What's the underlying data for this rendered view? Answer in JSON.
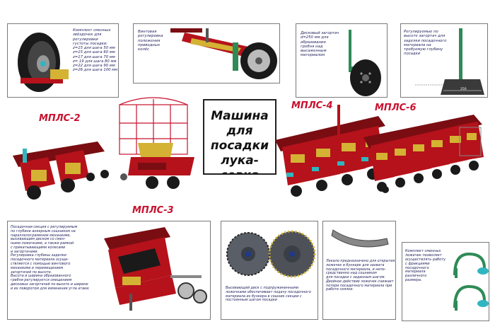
{
  "colors": {
    "frame_red": "#b5121b",
    "frame_dark": "#7a0d12",
    "hopper_yellow": "#d4b233",
    "text_blue": "#1c1c5a",
    "label_red": "#c8102e",
    "wheel_black": "#1a1a1a",
    "cyan_part": "#2fb6c0",
    "green_rod": "#2e8b57"
  },
  "panels": {
    "sprockets": {
      "text": "Комплект сменных\nзвёздочек для\nрегулировки\nгустоты посадки:\nz=15 для шага 50 мм\nz=15 для шага 60 мм\nz=17 для шага 70 мм\nz= 19 для шага 80 мм\nz=22 для шага 90 мм\nz=26 для шага 100 мм"
    },
    "screw": {
      "text": "Винтовая\nрегулировка\nположения\nприводных\nколёс"
    },
    "disk": {
      "text": "Дисковый загортач\nd=250 мм для\nобразования\nгребня над\nвысаженным\nматериалом"
    },
    "depth": {
      "text": "Регулируемые по\nвысоте загортач для\nзаделки посадочного\nматериала на\nтребуемую глубину\nпосадки",
      "dimension": "250"
    },
    "section": {
      "text": "Посадочная секция с регулируемым\nпо глубине анкерным сошником на\nпараллелограммном механизме,\nвысевающим диском со смен-\nными ложечками, а также рамкой\nс прикатывающими колесами\nи загортачами.\nРегулировка глубины заделки\nпосадочного материала осуще-\nствляется с помощью винтового\nмеханизма и перемещением\nзагортачей по высоте.\nВысота и ширина образованного\nгребня регулируется смещением\nдисковых загортачей по высоте и ширине\nи их поворотом для изменения угла атаки."
    },
    "seeding_disk": {
      "text": "Высевающий диск с подпружиненными\nложечками обеспечивает подачу посадочного\nматериала из бункера в сошник секции с\nпостоянным шагом посадки"
    },
    "lever": {
      "text": "Лекало предназначено для открытия\nложечек в бункере для захвата\nпосадочного материала, и непо-\nсредственно над сошником\nдля посадки с заданным шагом.\nДвойное действие ложечек снижает\nпотери посадочного материала при\nработе сеялки."
    },
    "spoons": {
      "text": "Комплект сменных\nложечек позволяет\nосуществлять работу\nс фракциями\nпосадочного\nматериала\nразличного\nразмера."
    }
  },
  "title": [
    "Машина",
    "для",
    "посадки",
    "лука-севка"
  ],
  "models": {
    "mpls2": "МПЛС-2",
    "mpls3": "МПЛС-3",
    "mpls4": "МПЛС-4",
    "mpls6": "МПЛС-6"
  }
}
